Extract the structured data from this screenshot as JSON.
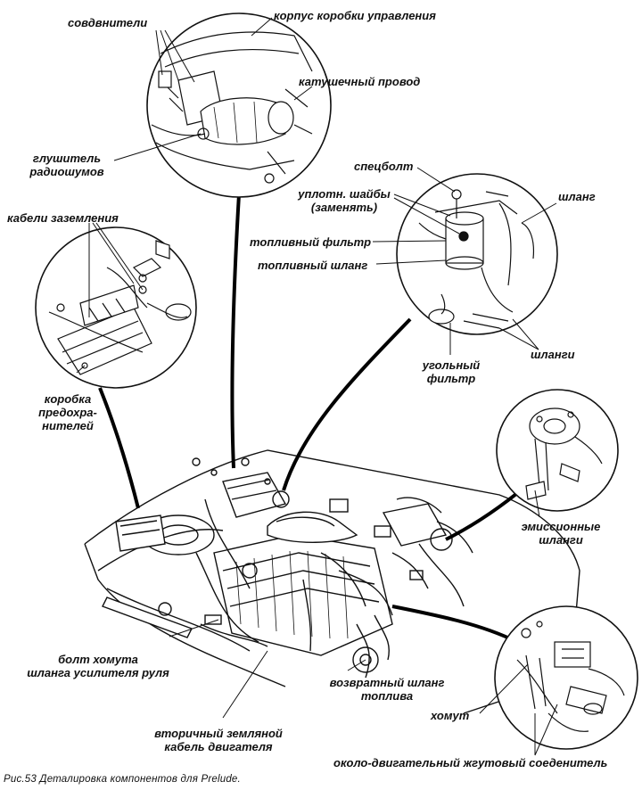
{
  "figure": {
    "caption": "Рис.53  Деталировка компонентов для Prelude."
  },
  "labels": {
    "connectors_top": "совдвнители",
    "control_box_case": "корпус коробки управления",
    "coil_wire": "катушечный провод",
    "radio_suppressor_line1": "глушитель",
    "radio_suppressor_line2": "радиошумов",
    "ground_cables": "кабели заземления",
    "fuse_box_line1": "коробка",
    "fuse_box_line2": "предохра-",
    "fuse_box_line3": "нителей",
    "special_bolt": "спецболт",
    "sealing_washers_line1": "уплотн. шайбы",
    "sealing_washers_line2": "(заменять)",
    "hose": "шланг",
    "fuel_filter": "топливный фильтр",
    "fuel_hose": "топливный шланг",
    "charcoal_filter_line1": "угольный",
    "charcoal_filter_line2": "фильтр",
    "hoses": "шланги",
    "emission_hoses_line1": "эмиссионные",
    "emission_hoses_line2": "шланги",
    "ps_clamp_bolt_line1": "болт хомута",
    "ps_clamp_bolt_line2": "шланга усилителя руля",
    "fuel_return_hose_line1": "возвратный шланг",
    "fuel_return_hose_line2": "топлива",
    "clamp": "хомут",
    "engine_ground_cable_line1": "вторичный земляной",
    "engine_ground_cable_line2": "кабель двигателя",
    "engine_harness_connector": "около-двигательный жгутовый соеденитель"
  },
  "colors": {
    "ink": "#111111",
    "paper": "#ffffff",
    "shade": "#d8d8d8"
  }
}
